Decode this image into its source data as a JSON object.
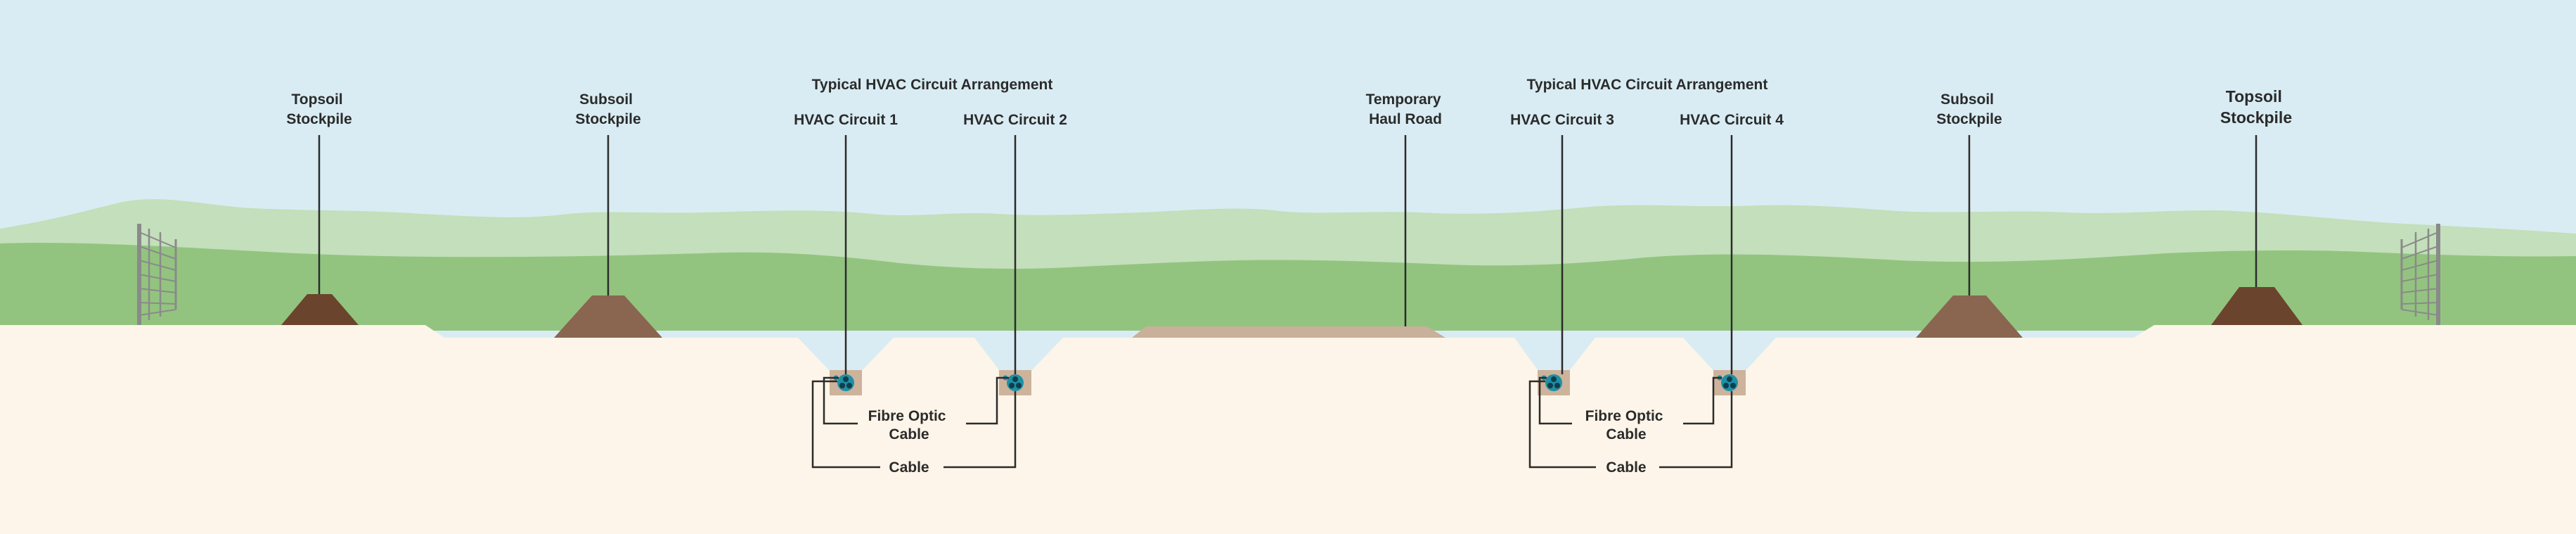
{
  "colors": {
    "sky": "#d9ecf3",
    "far_hills": "#c3dfbb",
    "near_hills": "#93c47f",
    "ground": "#fdf5e9",
    "topsoil": "#6b442d",
    "subsoil": "#8a6550",
    "haul_road": "#c9b09a",
    "trench_bed": "#cdb39c",
    "cable": "#1f8fa5",
    "fence": "#8a8a8a",
    "line": "#2b2b2b"
  },
  "labels": {
    "topsoil_left": [
      "Topsoil",
      "Stockpile"
    ],
    "subsoil_left": [
      "Subsoil",
      "Stockpile"
    ],
    "arrangement_left": "Typical HVAC Circuit Arrangement",
    "circuit_1": "HVAC Circuit 1",
    "circuit_2": "HVAC Circuit 2",
    "haul_road": [
      "Temporary",
      "Haul Road"
    ],
    "arrangement_right": "Typical HVAC Circuit Arrangement",
    "circuit_3": "HVAC Circuit 3",
    "circuit_4": "HVAC Circuit 4",
    "subsoil_right": [
      "Subsoil",
      "Stockpile"
    ],
    "topsoil_right": [
      "Topsoil",
      "Stockpile"
    ],
    "fibre_left": [
      "Fibre Optic",
      "Cable"
    ],
    "cable_left": "Cable",
    "fibre_right": [
      "Fibre Optic",
      "Cable"
    ],
    "cable_right": "Cable"
  }
}
